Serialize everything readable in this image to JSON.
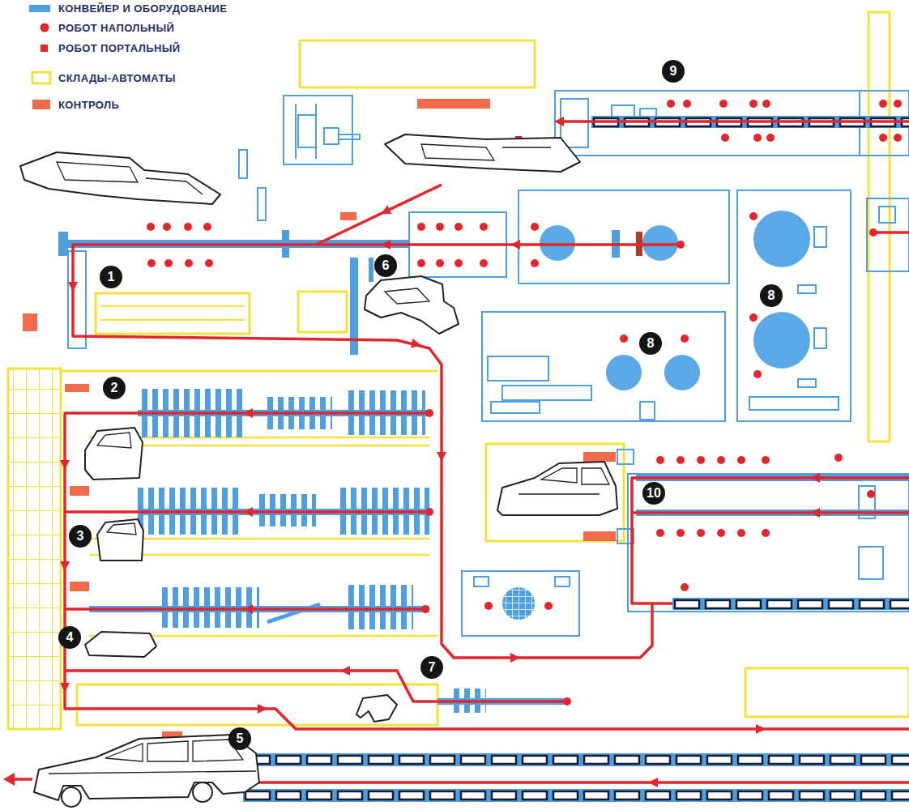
{
  "diagram": {
    "labels": [
      "9",
      "1",
      "6",
      "8",
      "8",
      "2",
      "10",
      "3",
      "4",
      "7",
      "5"
    ],
    "legend": [
      {
        "text": "КОНВЕЙЕР И ОБОРУДОВАНИЕ",
        "color": "#4d9fe0"
      },
      {
        "text": "РОБОТ НАПОЛЬНЫЙ"
      },
      {
        "text": "РОБОТ ПОРТАЛЬНЫЙ",
        "color": "#e3262b"
      },
      {
        "text": "СКЛАДЫ-АВТОМАТЫ"
      },
      {
        "text": "КОНТРОЛЬ",
        "color": "#f26b4a"
      }
    ]
  }
}
